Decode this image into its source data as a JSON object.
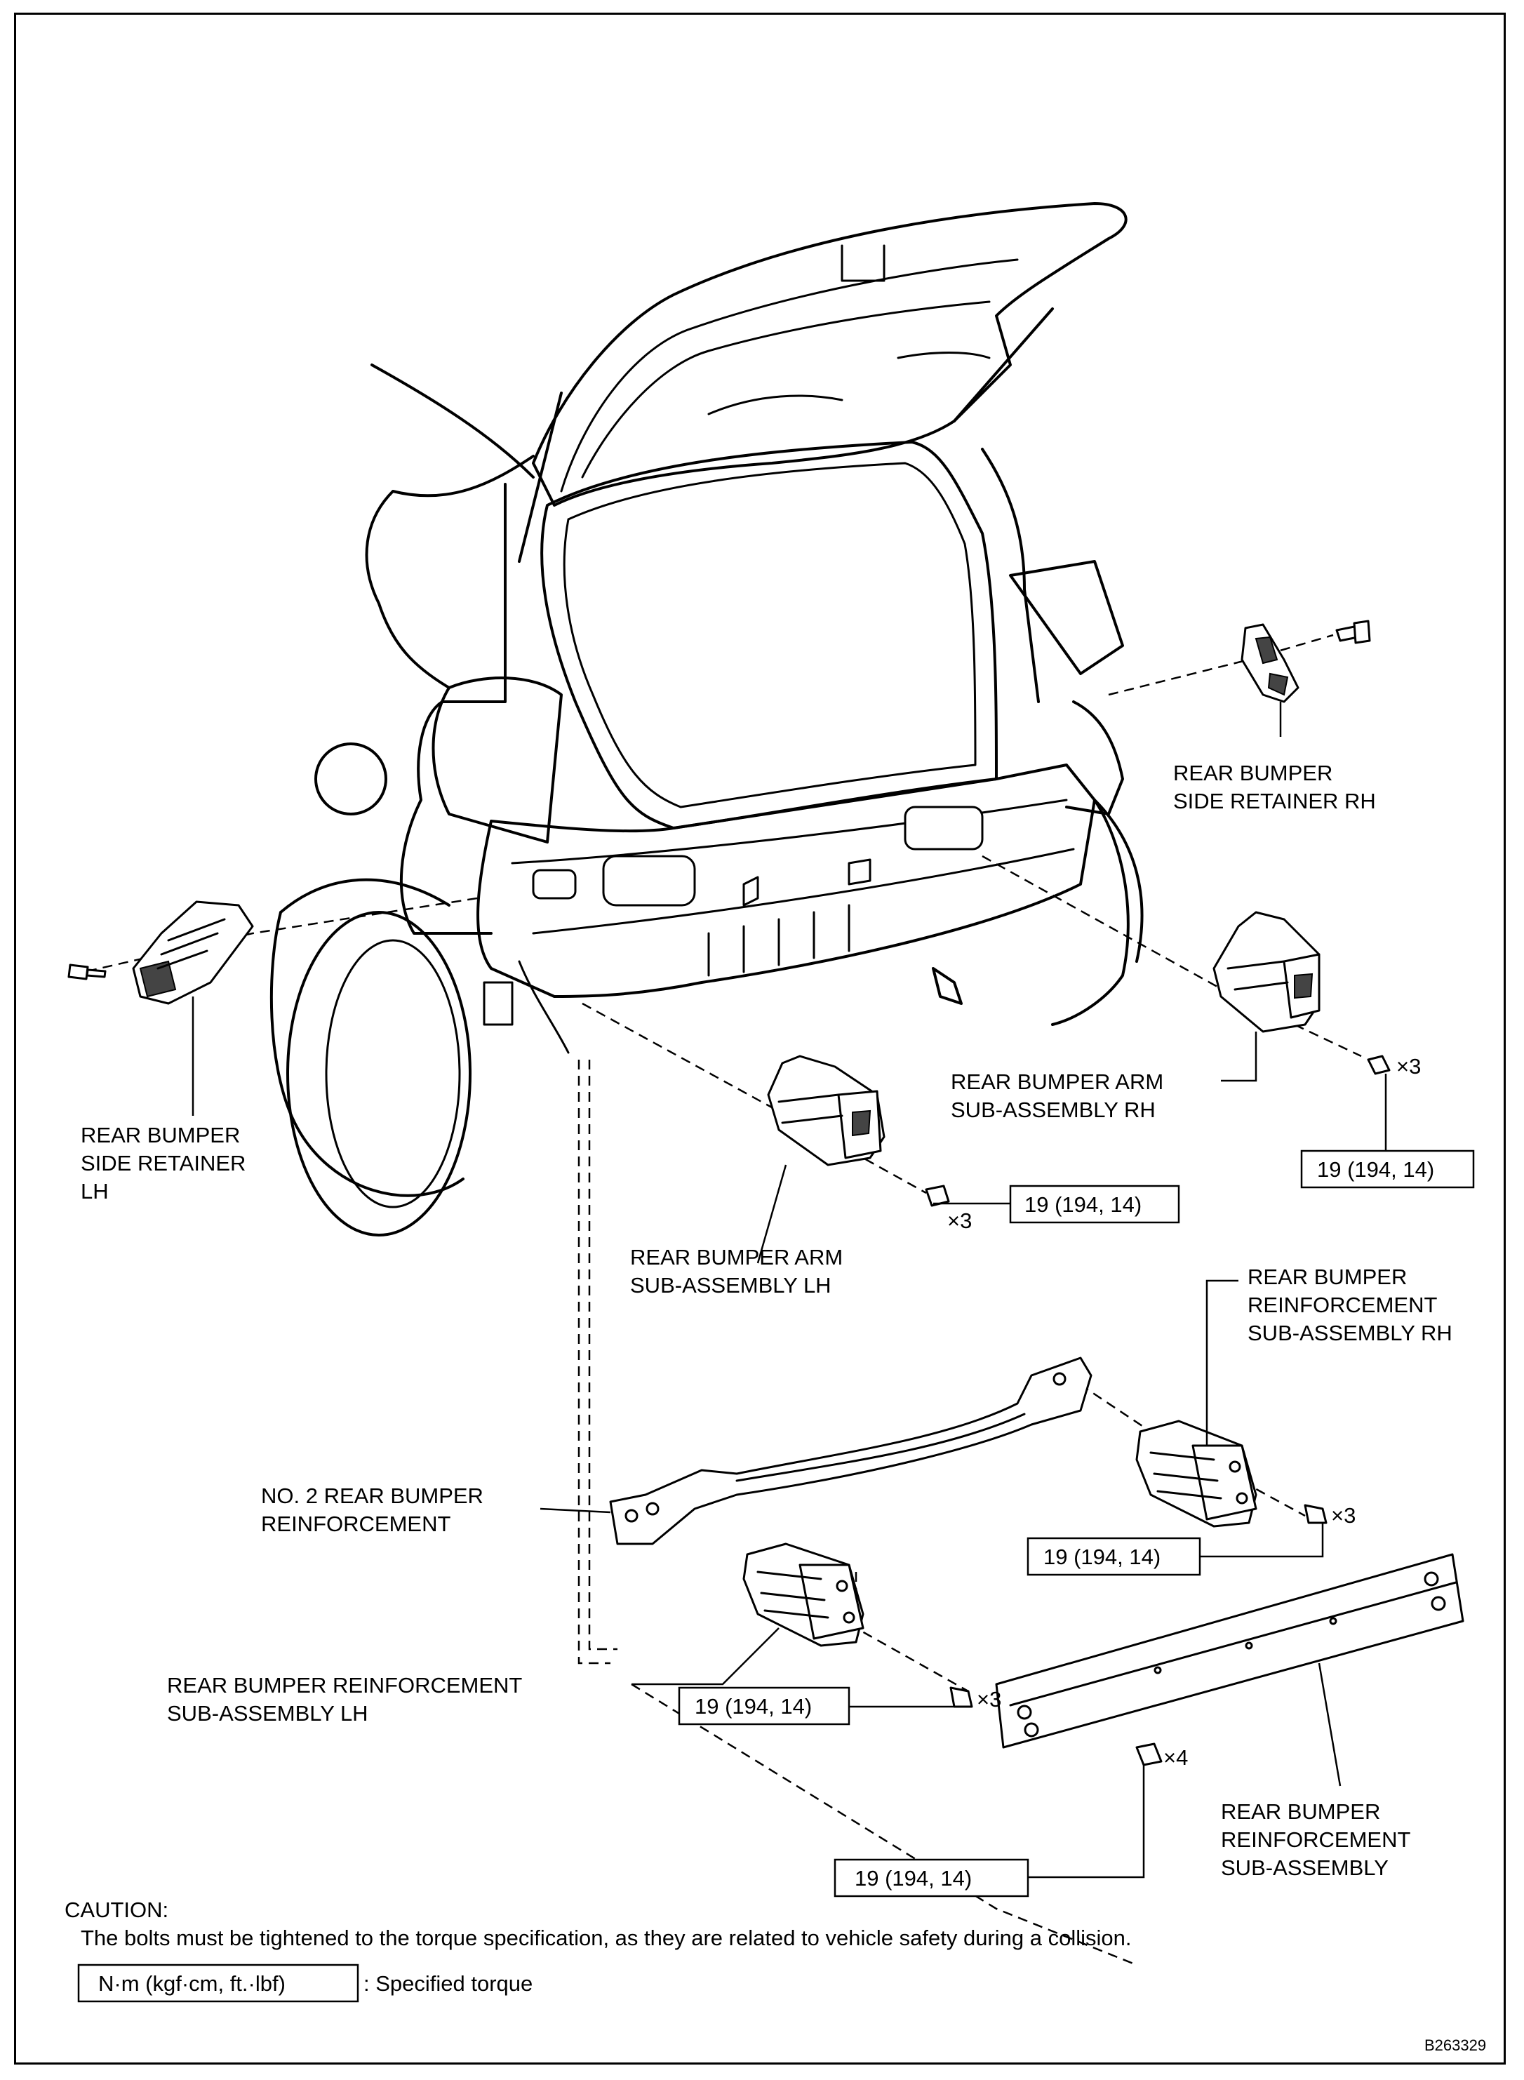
{
  "labels": {
    "side_retainer_rh": [
      "REAR BUMPER",
      "SIDE RETAINER RH"
    ],
    "side_retainer_lh": [
      "REAR BUMPER",
      "SIDE RETAINER",
      "LH"
    ],
    "arm_rh": [
      "REAR BUMPER ARM",
      "SUB-ASSEMBLY RH"
    ],
    "arm_lh": [
      "REAR BUMPER ARM",
      "SUB-ASSEMBLY LH"
    ],
    "reinf_sub_rh": [
      "REAR BUMPER",
      "REINFORCEMENT",
      "SUB-ASSEMBLY RH"
    ],
    "no2_reinf": [
      "NO. 2 REAR BUMPER",
      "REINFORCEMENT"
    ],
    "reinf_sub_lh": [
      "REAR BUMPER REINFORCEMENT",
      "SUB-ASSEMBLY LH"
    ],
    "reinf_sub": [
      "REAR BUMPER",
      "REINFORCEMENT",
      "SUB-ASSEMBLY"
    ]
  },
  "torque": {
    "arm_rh": "19 (194, 14)",
    "arm_lh": "19 (194, 14)",
    "reinf_rh": "19 (194, 14)",
    "reinf_lh": "19 (194, 14)",
    "reinf_center": "19 (194, 14)"
  },
  "quantities": {
    "arm_rh": "×3",
    "arm_lh": "×3",
    "reinf_rh": "×3",
    "reinf_lh": "×3",
    "reinf_center": "×4"
  },
  "caution": {
    "title": "CAUTION:",
    "text": "The bolts must be tightened to the torque specification, as they are related to vehicle safety during a collision."
  },
  "legend": {
    "box_text": "N·m (kgf·cm, ft.·lbf)",
    "desc": ": Specified torque"
  },
  "figure_id": "B263329"
}
